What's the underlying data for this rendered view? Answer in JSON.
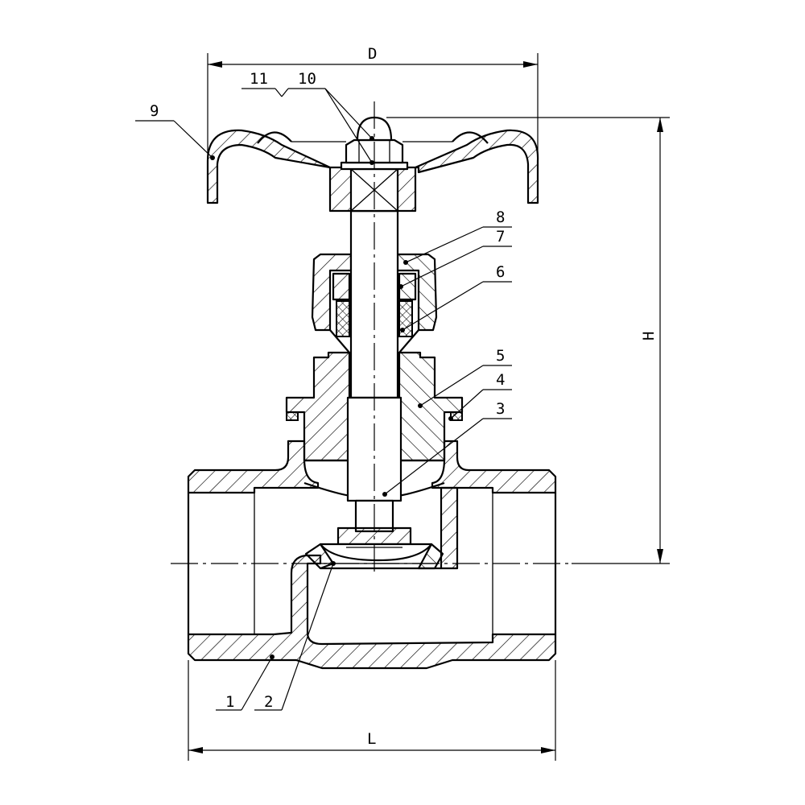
{
  "dimensions": {
    "diameter": "D",
    "height": "H",
    "length": "L"
  },
  "callouts": {
    "c1": "1",
    "c2": "2",
    "c3": "3",
    "c4": "4",
    "c5": "5",
    "c6": "6",
    "c7": "7",
    "c8": "8",
    "c9": "9",
    "c10": "10",
    "c11": "11"
  }
}
